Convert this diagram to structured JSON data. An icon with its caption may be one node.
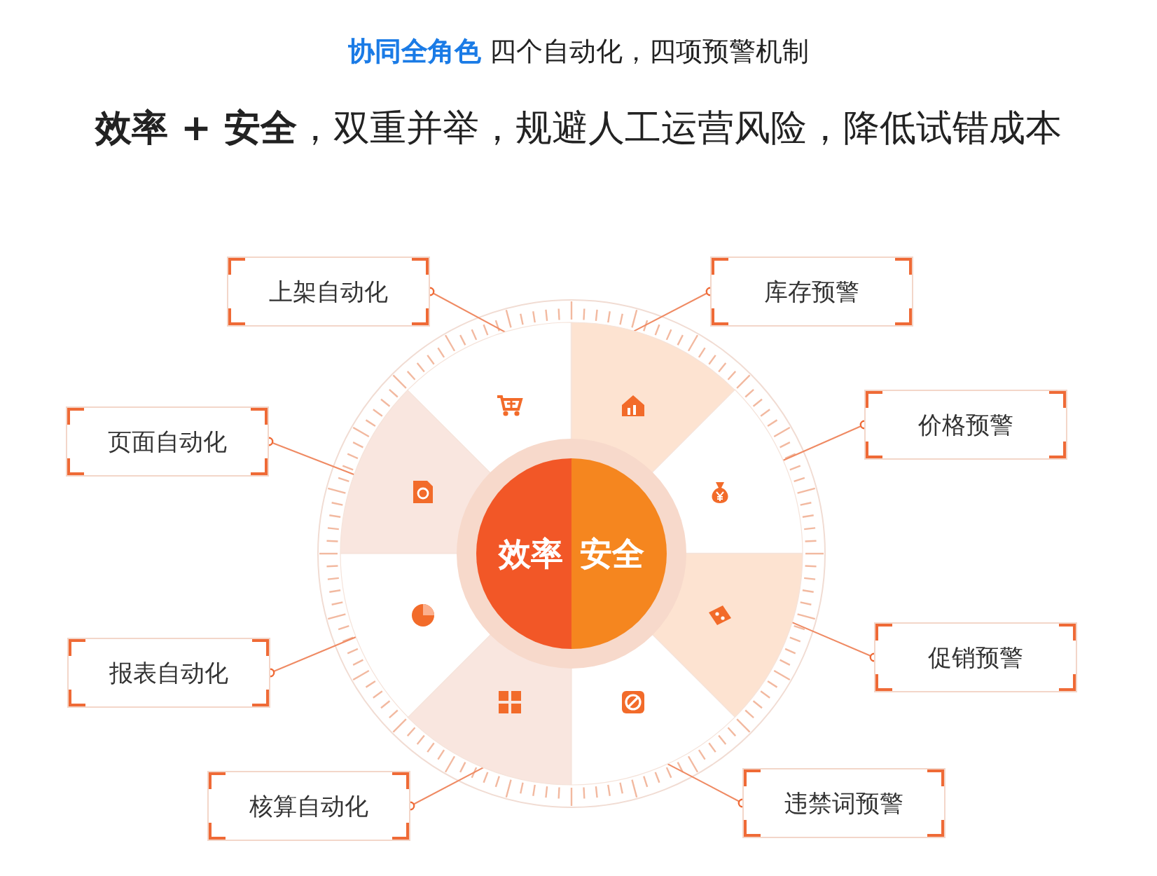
{
  "diagram": {
    "title": "**协同全角色** 四个自动化，四项预警机制",
    "nodes": [
      {
        "text": [
          "效率"
        ]
      },
      {
        "text": [
          "安全"
        ]
      },
      {
        "text": [
          "上架自动化"
        ]
      },
      {
        "text": [
          "库存预警"
        ]
      },
      {
        "text": [
          "页面自动化"
        ]
      },
      {
        "text": [
          "价格预警"
        ]
      },
      {
        "text": [
          "报表自动化"
        ]
      },
      {
        "text": [
          "促销预警"
        ]
      },
      {
        "text": [
          "核算自动化"
        ]
      },
      {
        "text": [
          "违禁词预警"
        ]
      },
      {
        "text": [],
        "shape": "picture"
      },
      {
        "text": [],
        "shape": "picture"
      },
      {
        "text": [],
        "shape": "picture"
      },
      {
        "text": [],
        "shape": "picture"
      },
      {
        "text": [],
        "shape": "picture"
      },
      {
        "text": [],
        "shape": "picture"
      },
      {
        "text": [],
        "shape": "picture"
      },
      {
        "text": [],
        "shape": "picture"
      }
    ],
    "edges": [
      {
        "from": 2,
        "to": 17,
        "arrow": "other"
      },
      {
        "from": 3,
        "to": 10,
        "arrow": "other"
      },
      {
        "from": 4,
        "to": 16,
        "arrow": "other"
      },
      {
        "from": 5,
        "to": 11,
        "arrow": "other"
      },
      {
        "from": 6,
        "to": 15,
        "arrow": "other"
      },
      {
        "from": 7,
        "to": 12,
        "arrow": "other"
      },
      {
        "from": 8,
        "to": 14,
        "arrow": "other"
      },
      {
        "from": 9,
        "to": 13,
        "arrow": "other"
      }
    ],
    "labels": [
      "**效率 + 安全**，双重并举，规避人工运营风险，降低试错成本"
    ]
  }
}
